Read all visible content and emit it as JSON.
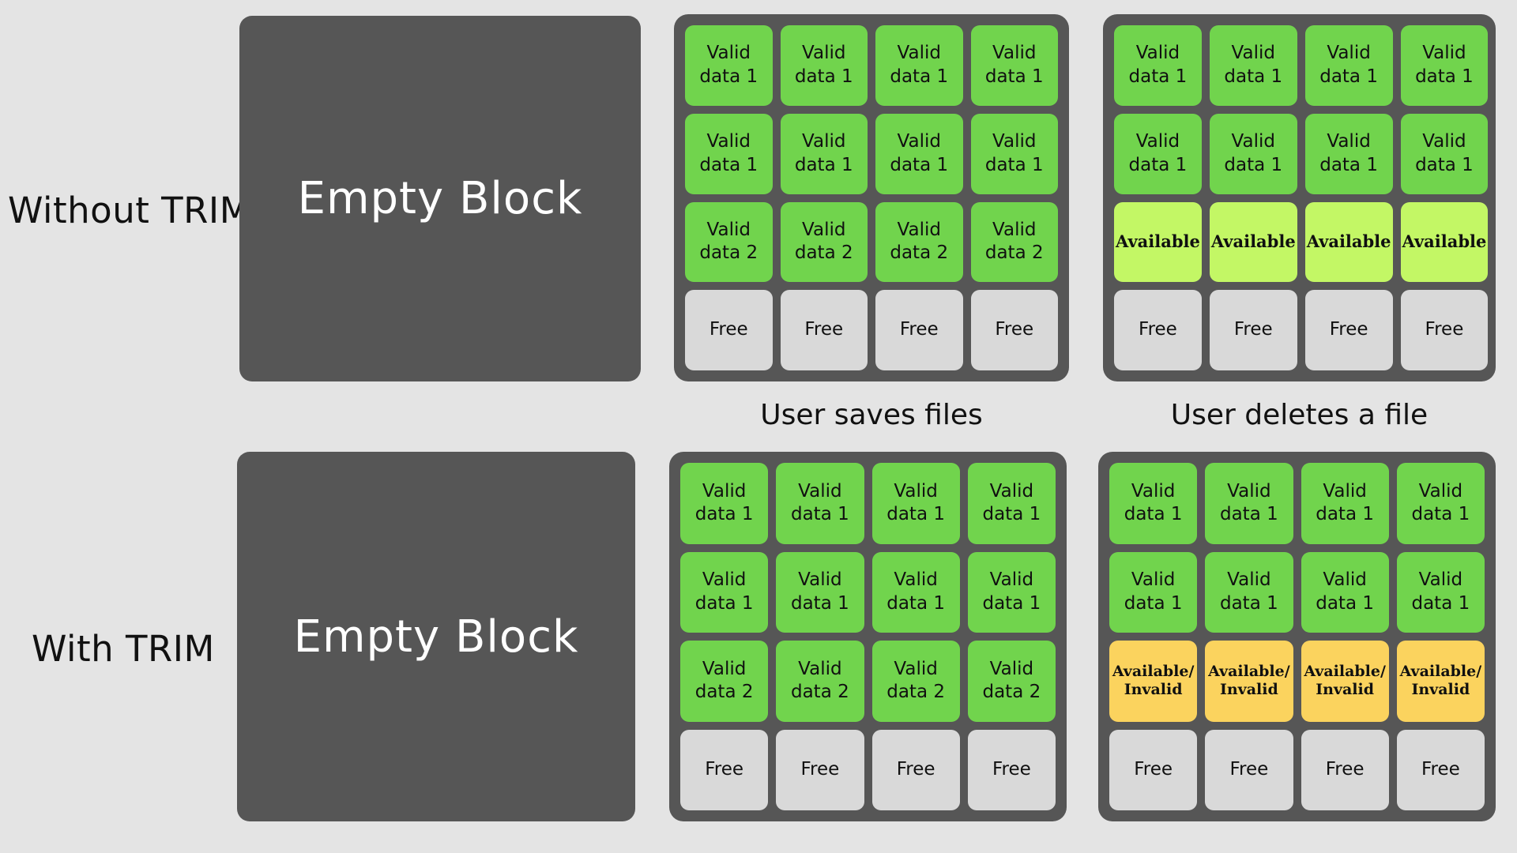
{
  "diagram": {
    "title_rows": [
      {
        "label": "Without TRIM"
      },
      {
        "label": "With TRIM"
      }
    ],
    "empty_block_label": "Empty Block",
    "captions": {
      "middle": "User saves files",
      "right": "User deletes a file"
    },
    "colors": {
      "background": "#e4e4e4",
      "block": "#565656",
      "valid_green": "#71d44d",
      "available_green": "#c3f765",
      "available_invalid_yellow": "#fbd35e",
      "free_grey": "#d9d9d9",
      "text_dark": "#101010",
      "text_light": "#ffffff"
    },
    "labels": {
      "valid_data_1_line1": "Valid",
      "valid_data_1_line2": "data 1",
      "valid_data_2_line1": "Valid",
      "valid_data_2_line2": "data 2",
      "free": "Free",
      "available": "Available",
      "available_invalid_line1": "Available/",
      "available_invalid_line2": "Invalid"
    }
  },
  "grids": {
    "without_trim_saves": {
      "caption": "User saves files",
      "rows": [
        [
          {
            "type": "valid",
            "line1": "Valid",
            "line2": "data 1"
          },
          {
            "type": "valid",
            "line1": "Valid",
            "line2": "data 1"
          },
          {
            "type": "valid",
            "line1": "Valid",
            "line2": "data 1"
          },
          {
            "type": "valid",
            "line1": "Valid",
            "line2": "data 1"
          }
        ],
        [
          {
            "type": "valid",
            "line1": "Valid",
            "line2": "data 1"
          },
          {
            "type": "valid",
            "line1": "Valid",
            "line2": "data 1"
          },
          {
            "type": "valid",
            "line1": "Valid",
            "line2": "data 1"
          },
          {
            "type": "valid",
            "line1": "Valid",
            "line2": "data 1"
          }
        ],
        [
          {
            "type": "valid",
            "line1": "Valid",
            "line2": "data 2"
          },
          {
            "type": "valid",
            "line1": "Valid",
            "line2": "data 2"
          },
          {
            "type": "valid",
            "line1": "Valid",
            "line2": "data 2"
          },
          {
            "type": "valid",
            "line1": "Valid",
            "line2": "data 2"
          }
        ],
        [
          {
            "type": "free",
            "line1": "Free",
            "line2": ""
          },
          {
            "type": "free",
            "line1": "Free",
            "line2": ""
          },
          {
            "type": "free",
            "line1": "Free",
            "line2": ""
          },
          {
            "type": "free",
            "line1": "Free",
            "line2": ""
          }
        ]
      ]
    },
    "without_trim_deletes": {
      "caption": "User deletes a file",
      "rows": [
        [
          {
            "type": "valid",
            "line1": "Valid",
            "line2": "data 1"
          },
          {
            "type": "valid",
            "line1": "Valid",
            "line2": "data 1"
          },
          {
            "type": "valid",
            "line1": "Valid",
            "line2": "data 1"
          },
          {
            "type": "valid",
            "line1": "Valid",
            "line2": "data 1"
          }
        ],
        [
          {
            "type": "valid",
            "line1": "Valid",
            "line2": "data 1"
          },
          {
            "type": "valid",
            "line1": "Valid",
            "line2": "data 1"
          },
          {
            "type": "valid",
            "line1": "Valid",
            "line2": "data 1"
          },
          {
            "type": "valid",
            "line1": "Valid",
            "line2": "data 1"
          }
        ],
        [
          {
            "type": "available",
            "line1": "Available",
            "line2": ""
          },
          {
            "type": "available",
            "line1": "Available",
            "line2": ""
          },
          {
            "type": "available",
            "line1": "Available",
            "line2": ""
          },
          {
            "type": "available",
            "line1": "Available",
            "line2": ""
          }
        ],
        [
          {
            "type": "free",
            "line1": "Free",
            "line2": ""
          },
          {
            "type": "free",
            "line1": "Free",
            "line2": ""
          },
          {
            "type": "free",
            "line1": "Free",
            "line2": ""
          },
          {
            "type": "free",
            "line1": "Free",
            "line2": ""
          }
        ]
      ]
    },
    "with_trim_saves": {
      "rows": [
        [
          {
            "type": "valid",
            "line1": "Valid",
            "line2": "data 1"
          },
          {
            "type": "valid",
            "line1": "Valid",
            "line2": "data 1"
          },
          {
            "type": "valid",
            "line1": "Valid",
            "line2": "data 1"
          },
          {
            "type": "valid",
            "line1": "Valid",
            "line2": "data 1"
          }
        ],
        [
          {
            "type": "valid",
            "line1": "Valid",
            "line2": "data 1"
          },
          {
            "type": "valid",
            "line1": "Valid",
            "line2": "data 1"
          },
          {
            "type": "valid",
            "line1": "Valid",
            "line2": "data 1"
          },
          {
            "type": "valid",
            "line1": "Valid",
            "line2": "data 1"
          }
        ],
        [
          {
            "type": "valid",
            "line1": "Valid",
            "line2": "data 2"
          },
          {
            "type": "valid",
            "line1": "Valid",
            "line2": "data 2"
          },
          {
            "type": "valid",
            "line1": "Valid",
            "line2": "data 2"
          },
          {
            "type": "valid",
            "line1": "Valid",
            "line2": "data 2"
          }
        ],
        [
          {
            "type": "free",
            "line1": "Free",
            "line2": ""
          },
          {
            "type": "free",
            "line1": "Free",
            "line2": ""
          },
          {
            "type": "free",
            "line1": "Free",
            "line2": ""
          },
          {
            "type": "free",
            "line1": "Free",
            "line2": ""
          }
        ]
      ]
    },
    "with_trim_deletes": {
      "rows": [
        [
          {
            "type": "valid",
            "line1": "Valid",
            "line2": "data 1"
          },
          {
            "type": "valid",
            "line1": "Valid",
            "line2": "data 1"
          },
          {
            "type": "valid",
            "line1": "Valid",
            "line2": "data 1"
          },
          {
            "type": "valid",
            "line1": "Valid",
            "line2": "data 1"
          }
        ],
        [
          {
            "type": "valid",
            "line1": "Valid",
            "line2": "data 1"
          },
          {
            "type": "valid",
            "line1": "Valid",
            "line2": "data 1"
          },
          {
            "type": "valid",
            "line1": "Valid",
            "line2": "data 1"
          },
          {
            "type": "valid",
            "line1": "Valid",
            "line2": "data 1"
          }
        ],
        [
          {
            "type": "invalid",
            "line1": "Available/",
            "line2": "Invalid"
          },
          {
            "type": "invalid",
            "line1": "Available/",
            "line2": "Invalid"
          },
          {
            "type": "invalid",
            "line1": "Available/",
            "line2": "Invalid"
          },
          {
            "type": "invalid",
            "line1": "Available/",
            "line2": "Invalid"
          }
        ],
        [
          {
            "type": "free",
            "line1": "Free",
            "line2": ""
          },
          {
            "type": "free",
            "line1": "Free",
            "line2": ""
          },
          {
            "type": "free",
            "line1": "Free",
            "line2": ""
          },
          {
            "type": "free",
            "line1": "Free",
            "line2": ""
          }
        ]
      ]
    }
  }
}
